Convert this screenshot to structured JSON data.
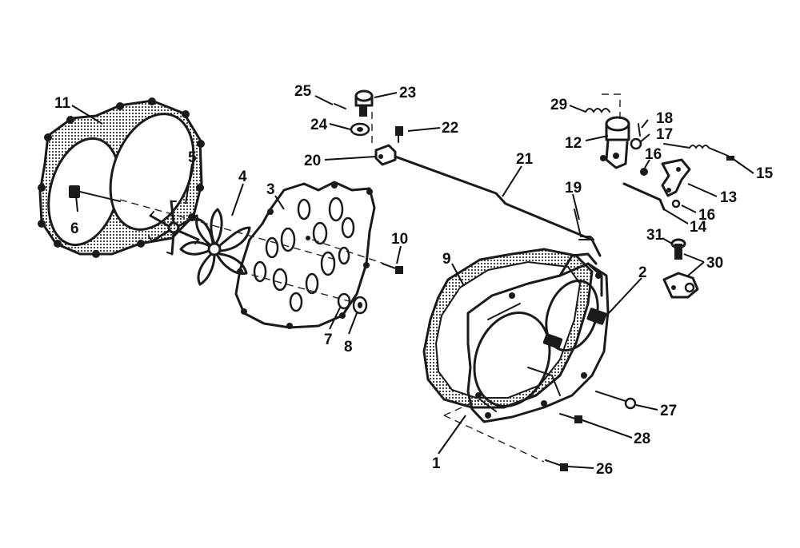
{
  "diagram": {
    "callouts": {
      "c1": "1",
      "c2": "2",
      "c3": "3",
      "c4": "4",
      "c5": "5",
      "c6": "6",
      "c7": "7",
      "c8": "8",
      "c9": "9",
      "c10": "10",
      "c11": "11",
      "c12": "12",
      "c13": "13",
      "c14": "14",
      "c15": "15",
      "c16a": "16",
      "c16b": "16",
      "c17": "17",
      "c18": "18",
      "c19": "19",
      "c20": "20",
      "c21": "21",
      "c22": "22",
      "c23": "23",
      "c24": "24",
      "c25": "25",
      "c26": "26",
      "c27": "27",
      "c28": "28",
      "c29": "29",
      "c30": "30",
      "c31": "31"
    }
  }
}
